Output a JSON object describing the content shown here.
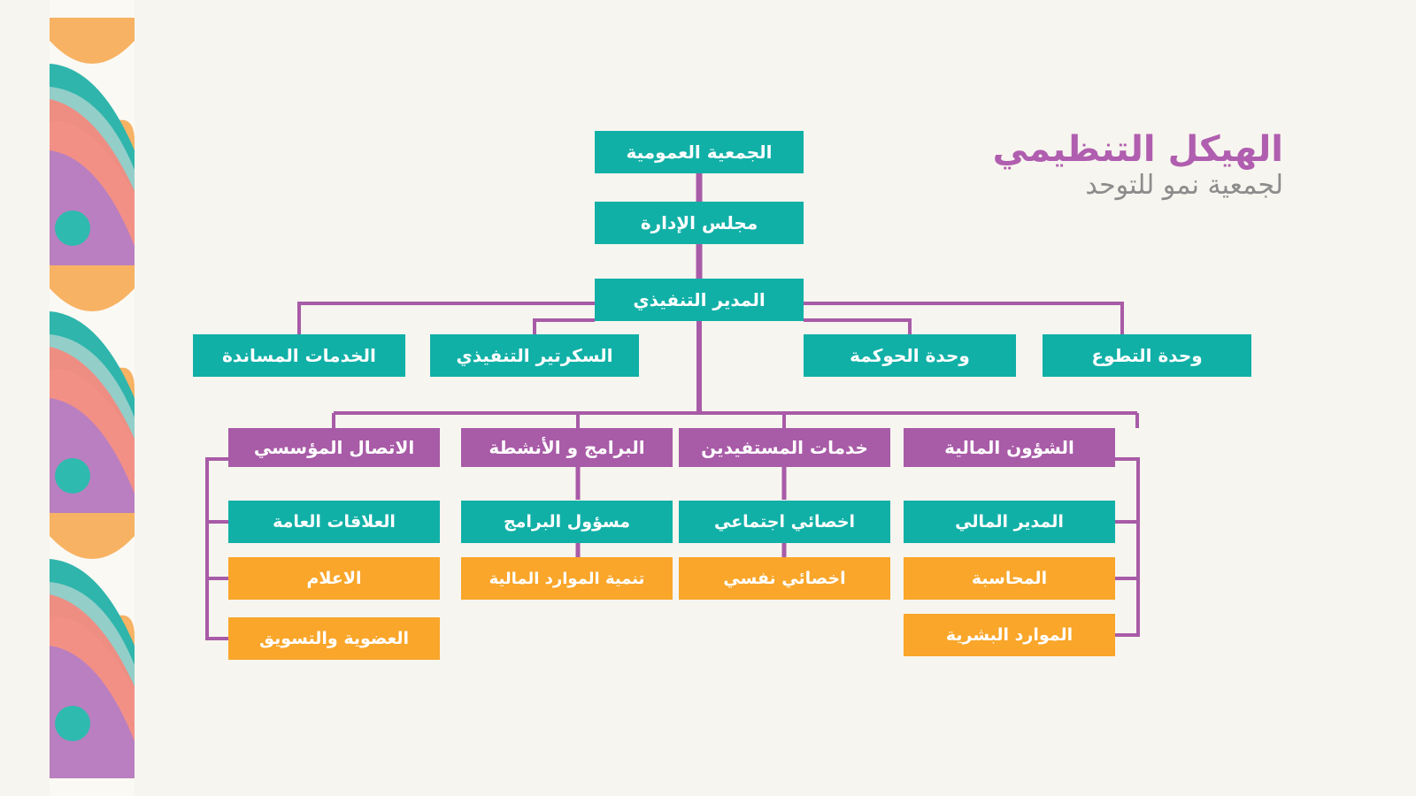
{
  "title": {
    "main": "الهيكل التنظيمي",
    "sub": "لجمعية نمو للتوحد"
  },
  "colors": {
    "background": "#F7F5EF",
    "teal": "#11B0A7",
    "purple": "#A85BA7",
    "orange": "#F9A62A",
    "connector": "#A85BA7",
    "title_main": "#B05EAF",
    "title_sub": "#8C8C8C",
    "decor_orange": "#F7B263",
    "decor_teal_dark": "#2FB5AC",
    "decor_teal_light": "#93CEC9",
    "decor_salmon": "#F28A80",
    "decor_purple": "#BA7FC0",
    "decor_circle": "#2FBAAF"
  },
  "chart_data": {
    "type": "diagram",
    "title": "الهيكل التنظيمي لجمعية نمو للتوحد",
    "orientation": "rtl-top-down",
    "levels": [
      {
        "name": "general-assembly",
        "nodes": [
          "الجمعية العمومية"
        ]
      },
      {
        "name": "board",
        "nodes": [
          "مجلس الإدارة"
        ]
      },
      {
        "name": "executive-director",
        "nodes": [
          "المدير التنفيذي"
        ]
      },
      {
        "name": "units",
        "nodes": [
          "وحدة التطوع",
          "وحدة الحوكمة",
          "السكرتير التنفيذي",
          "الخدمات المساندة"
        ]
      },
      {
        "name": "departments",
        "nodes": [
          "الشؤون المالية",
          "خدمات المستفيدين",
          "البرامج و الأنشطة",
          "الاتصال المؤسسي"
        ]
      }
    ]
  },
  "nodes": {
    "general_assembly": {
      "label": "الجمعية العمومية",
      "color": "teal"
    },
    "board": {
      "label": "مجلس الإدارة",
      "color": "teal"
    },
    "ceo": {
      "label": "المدير التنفيذي",
      "color": "teal"
    },
    "unit_volunteer": {
      "label": "وحدة التطوع",
      "color": "teal"
    },
    "unit_governance": {
      "label": "وحدة الحوكمة",
      "color": "teal"
    },
    "unit_secretary": {
      "label": "السكرتير التنفيذي",
      "color": "teal"
    },
    "unit_support": {
      "label": "الخدمات المساندة",
      "color": "teal"
    },
    "dept_finance": {
      "label": "الشؤون المالية",
      "color": "purple"
    },
    "dept_beneficiary": {
      "label": "خدمات المستفيدين",
      "color": "purple"
    },
    "dept_programs": {
      "label": "البرامج و الأنشطة",
      "color": "purple"
    },
    "dept_comms": {
      "label": "الاتصال المؤسسي",
      "color": "purple"
    },
    "fin_director": {
      "label": "المدير المالي",
      "color": "teal"
    },
    "fin_accounting": {
      "label": "المحاسبة",
      "color": "orange"
    },
    "fin_hr": {
      "label": "الموارد البشرية",
      "color": "orange"
    },
    "ben_social": {
      "label": "اخصائي اجتماعي",
      "color": "teal"
    },
    "ben_psych": {
      "label": "اخصائي نفسي",
      "color": "orange"
    },
    "prog_officer": {
      "label": "مسؤول البرامج",
      "color": "teal"
    },
    "prog_resources": {
      "label": "تنمية الموارد المالية",
      "color": "orange"
    },
    "comm_pr": {
      "label": "العلاقات العامة",
      "color": "teal"
    },
    "comm_media": {
      "label": "الاعلام",
      "color": "orange"
    },
    "comm_membership": {
      "label": "العضوية والتسويق",
      "color": "orange"
    }
  }
}
